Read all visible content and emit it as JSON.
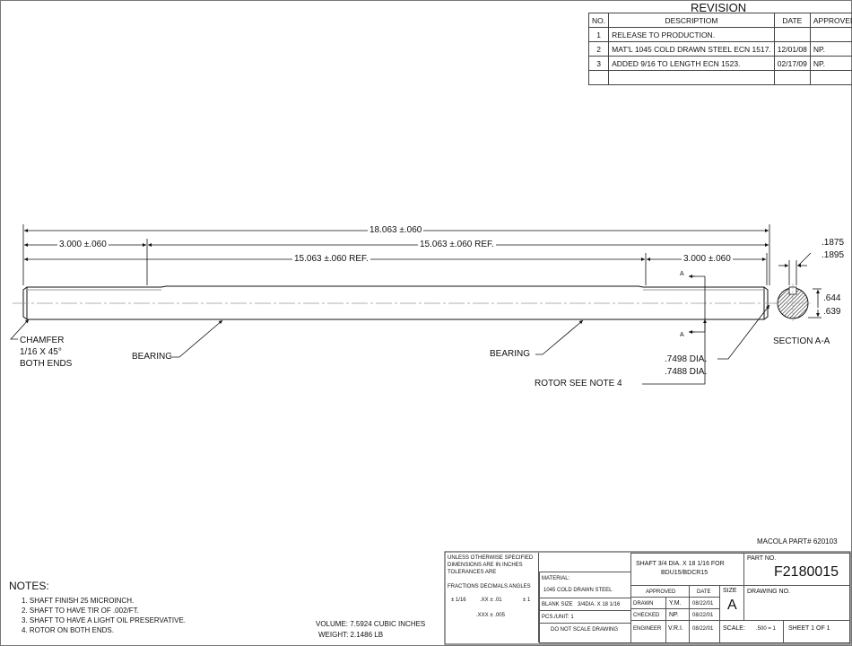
{
  "revision": {
    "title": "REVISION",
    "headers": {
      "no": "NO.",
      "desc": "DESCRIPTIOM",
      "date": "DATE",
      "approved": "APPROVED"
    },
    "rows": [
      {
        "no": "1",
        "desc": "RELEASE TO PRODUCTION.",
        "date": "",
        "approved": ""
      },
      {
        "no": "2",
        "desc": "MAT'L 1045 COLD DRAWN STEEL ECN 1517.",
        "date": "12/01/08",
        "approved": "NP."
      },
      {
        "no": "3",
        "desc": "ADDED 9/16 TO LENGTH ECN 1523.",
        "date": "02/17/09",
        "approved": "NP."
      }
    ]
  },
  "dims": {
    "overall": "18.063 ±.060",
    "left_end": "3.000 ±.060",
    "ref_top": "15.063 ±.060 REF.",
    "ref_bottom": "15.063 ±.060 REF.",
    "right_end": "3.000 ±.060",
    "flat_1": ".1875",
    "flat_2": ".1895",
    "dia_1": ".644",
    "dia_2": ".639",
    "rotor_dia_1": ".7498 DIA.",
    "rotor_dia_2": ".7488 DIA.",
    "section_mark": "A"
  },
  "labels": {
    "chamfer_1": "CHAMFER",
    "chamfer_2": "1/16 X 45°",
    "chamfer_3": "BOTH ENDS",
    "bearing_left": "BEARING",
    "bearing_right": "BEARING",
    "rotor": "ROTOR SEE NOTE 4",
    "section": "SECTION A-A",
    "macola": "MACOLA PART# 620103"
  },
  "notes": {
    "heading": "NOTES:",
    "items": [
      "1. SHAFT FINISH 25 MICROINCH.",
      "2. SHAFT TO HAVE TIR OF .002/FT.",
      "3. SHAFT TO HAVE A LIGHT OIL PRESERVATIVE.",
      "4. ROTOR ON BOTH ENDS."
    ]
  },
  "properties": {
    "volume": "VOLUME: 7.5924 CUBIC INCHES",
    "weight": "WEIGHT: 2.1486 LB"
  },
  "title_block": {
    "tol_1": "UNLESS OTHERWISE SPECIFIED",
    "tol_2": "DIMENSIONS ARE IN INCHES",
    "tol_3": "TOLERANCES ARE",
    "tol_head": "FRACTIONS  DECIMALS  ANGLES",
    "tol_frac": "± 1/16",
    "tol_dec1": ".XX ± .01",
    "tol_ang": "± 1",
    "tol_dec2": ".XXX ± .005",
    "material_label": "MATERIAL:",
    "material": "1045 COLD DRAWN STEEL",
    "blank_label": "BLANK SIZE",
    "blank": "3/4DIA. X 18 1/16",
    "pcs": "PCS./UNIT: 1",
    "no_scale": "DO NOT SCALE DRAWING",
    "title_1": "SHAFT 3/4 DIA. X 18 1/16 FOR",
    "title_2": "BDU15/BDCR15",
    "part_label": "PART NO.",
    "part_no": "F2180015",
    "approved": "APPROVED",
    "date": "DATE",
    "drawn_label": "DRAWN",
    "drawn": "Y.M.",
    "drawn_date": "08/22/01",
    "checked_label": "CHECKED",
    "checked": "NP.",
    "checked_date": "08/22/01",
    "engineer_label": "ENGINEER",
    "engineer": "V.R.I.",
    "engineer_date": "08/22/01",
    "size_label": "SIZE",
    "size": "A",
    "drawing_label": "DRAWING NO.",
    "scale_label": "SCALE:",
    "scale": ".500 = 1",
    "sheet": "SHEET 1 OF 1"
  }
}
